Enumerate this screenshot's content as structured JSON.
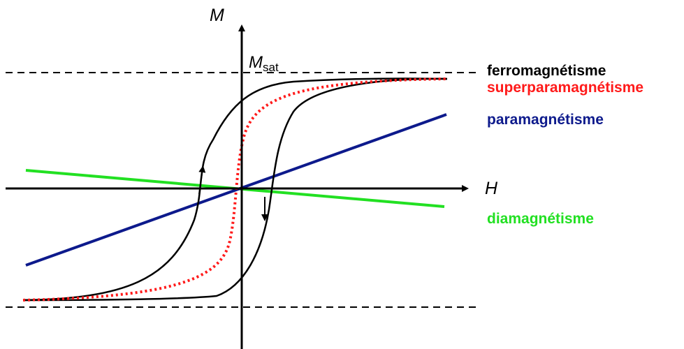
{
  "axes": {
    "y_label": "M",
    "x_label": "H",
    "saturation_label": "M",
    "saturation_subscript": "sat"
  },
  "legend": {
    "ferro": {
      "text": "ferromagnétisme",
      "color": "#000000"
    },
    "superpara": {
      "text": "superparamagnétisme",
      "color": "#ff1a1a"
    },
    "para": {
      "text": "paramagnétisme",
      "color": "#0d1a8c"
    },
    "dia": {
      "text": "diamagnétisme",
      "color": "#22e022"
    }
  }
}
